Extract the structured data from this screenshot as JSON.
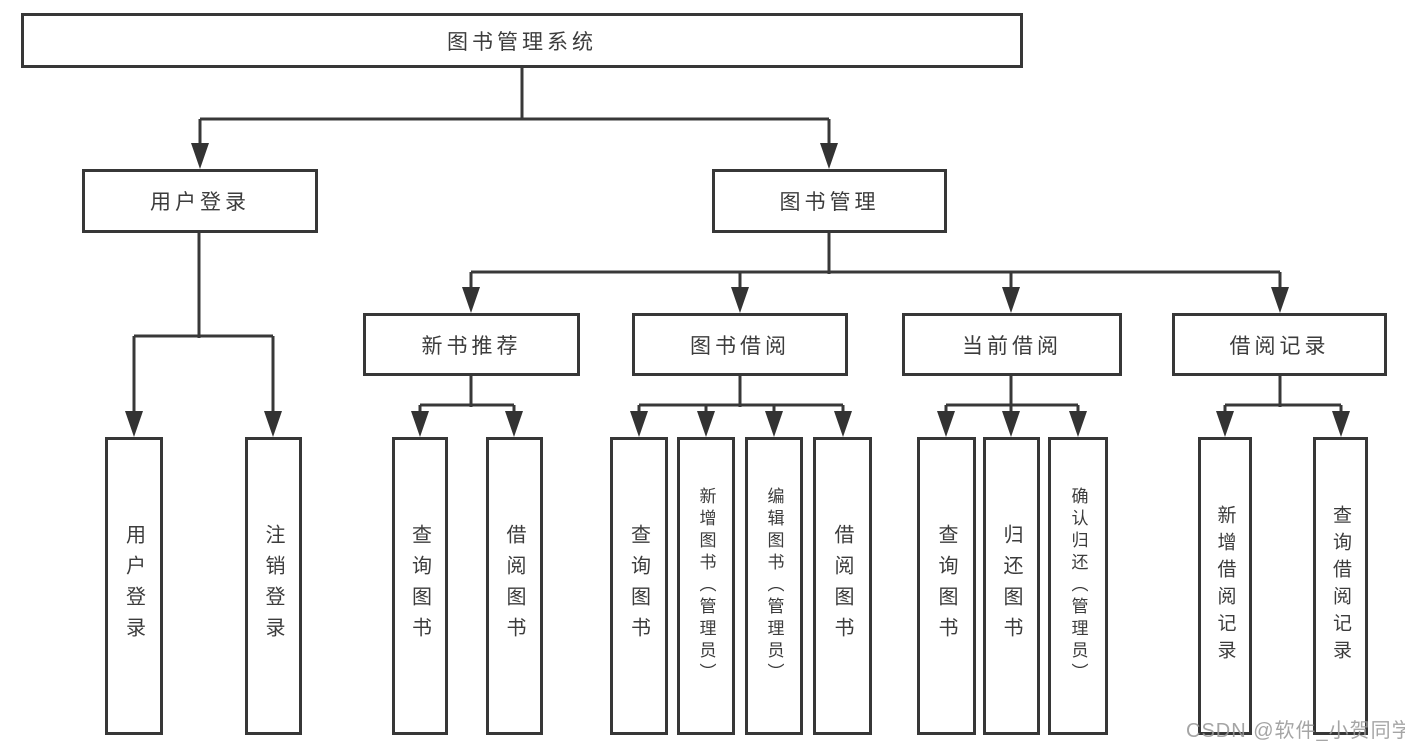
{
  "diagram": {
    "title": "图书管理系统",
    "tree": {
      "root": "图书管理系统",
      "branches": [
        {
          "label": "用户登录",
          "children": [
            "用户登录",
            "注销登录"
          ]
        },
        {
          "label": "图书管理",
          "groups": [
            {
              "label": "新书推荐",
              "children": [
                "查询图书",
                "借阅图书"
              ]
            },
            {
              "label": "图书借阅",
              "children": [
                "查询图书",
                "新增图书（管理员）",
                "编辑图书（管理员）",
                "借阅图书"
              ]
            },
            {
              "label": "当前借阅",
              "children": [
                "查询图书",
                "归还图书",
                "确认归还（管理员）"
              ]
            },
            {
              "label": "借阅记录",
              "children": [
                "新增借阅记录",
                "查询借阅记录"
              ]
            }
          ]
        }
      ]
    },
    "colors": {
      "stroke": "#383838",
      "text": "#3c3c3c",
      "background": "#ffffff",
      "watermark": "#989898"
    }
  },
  "watermark": {
    "text": "CSDN @软件_小贺同学"
  }
}
